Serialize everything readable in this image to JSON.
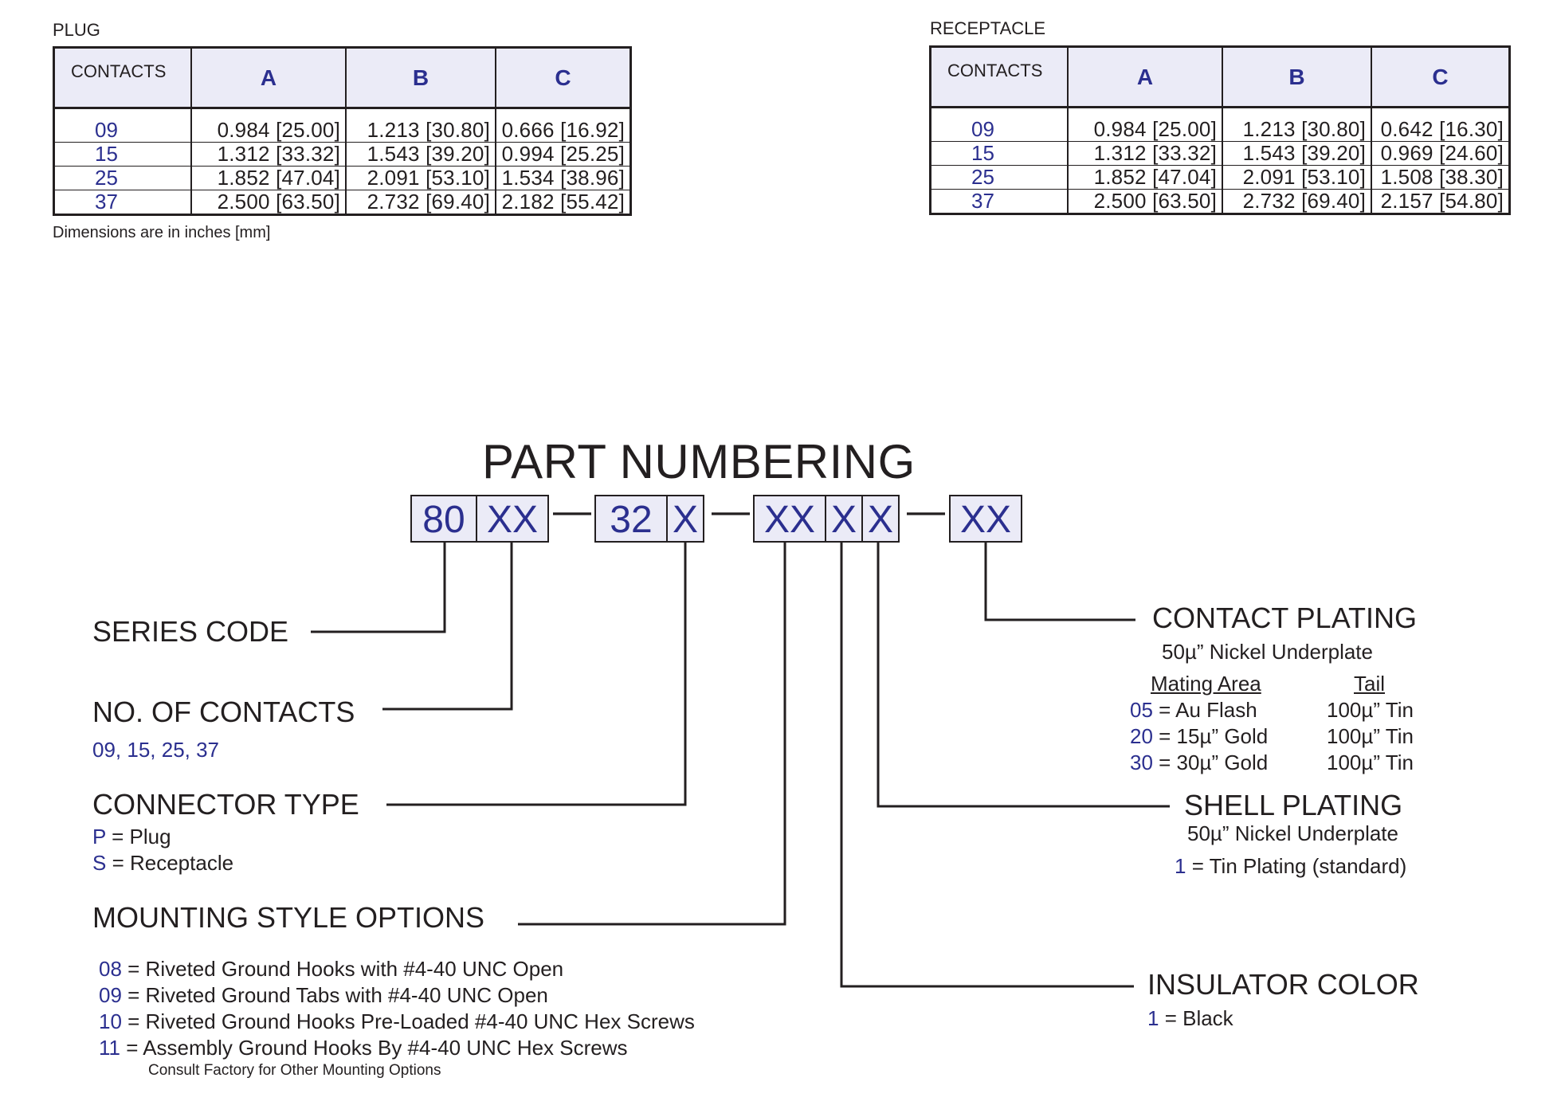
{
  "plug": {
    "title": "PLUG",
    "headers": [
      "CONTACTS",
      "A",
      "B",
      "C"
    ],
    "rows": [
      [
        "09",
        "0.984 [25.00]",
        "1.213 [30.80]",
        "0.666 [16.92]"
      ],
      [
        "15",
        "1.312 [33.32]",
        "1.543 [39.20]",
        "0.994 [25.25]"
      ],
      [
        "25",
        "1.852 [47.04]",
        "2.091 [53.10]",
        "1.534 [38.96]"
      ],
      [
        "37",
        "2.500 [63.50]",
        "2.732 [69.40]",
        "2.182 [55.42]"
      ]
    ]
  },
  "receptacle": {
    "title": "RECEPTACLE",
    "headers": [
      "CONTACTS",
      "A",
      "B",
      "C"
    ],
    "rows": [
      [
        "09",
        "0.984 [25.00]",
        "1.213 [30.80]",
        "0.642 [16.30]"
      ],
      [
        "15",
        "1.312 [33.32]",
        "1.543 [39.20]",
        "0.969 [24.60]"
      ],
      [
        "25",
        "1.852 [47.04]",
        "2.091 [53.10]",
        "1.508 [38.30]"
      ],
      [
        "37",
        "2.500 [63.50]",
        "2.732 [69.40]",
        "2.157 [54.80]"
      ]
    ]
  },
  "dimensions_note": "Dimensions are in inches  [mm]",
  "part_numbering": {
    "title": "PART NUMBERING",
    "boxes": [
      "80",
      "XX",
      "32",
      "X",
      "XX",
      "X",
      "X",
      "XX"
    ],
    "dash": "—"
  },
  "series_code": {
    "label": "SERIES CODE"
  },
  "no_of_contacts": {
    "label": "NO. OF CONTACTS",
    "values": "09, 15, 25, 37"
  },
  "connector_type": {
    "label": "CONNECTOR TYPE",
    "options": [
      {
        "code": "P",
        "text": " = Plug"
      },
      {
        "code": "S",
        "text": " = Receptacle"
      }
    ]
  },
  "mounting_style": {
    "label": "MOUNTING STYLE OPTIONS",
    "options": [
      {
        "code": "08",
        "text": " = Riveted Ground Hooks  with #4-40 UNC Open"
      },
      {
        "code": "09",
        "text": " = Riveted Ground Tabs with #4-40 UNC Open"
      },
      {
        "code": "10",
        "text": " = Riveted Ground Hooks Pre-Loaded #4-40 UNC Hex Screws"
      },
      {
        "code": "11",
        "text": " = Assembly Ground Hooks By #4-40 UNC Hex Screws"
      }
    ],
    "note": "Consult Factory for Other Mounting Options"
  },
  "contact_plating": {
    "label": "CONTACT PLATING",
    "underplate": "50µ” Nickel Underplate",
    "col_mating": "Mating Area",
    "col_tail": "Tail",
    "options": [
      {
        "code": "05",
        "text": " = Au Flash",
        "tail": "100µ” Tin"
      },
      {
        "code": "20",
        "text": " = 15µ” Gold",
        "tail": "100µ” Tin"
      },
      {
        "code": "30",
        "text": " = 30µ” Gold",
        "tail": "100µ” Tin"
      }
    ]
  },
  "shell_plating": {
    "label": "SHELL PLATING",
    "underplate": "50µ” Nickel Underplate",
    "option": {
      "code": "1",
      "text": " = Tin Plating (standard)"
    }
  },
  "insulator_color": {
    "label": "INSULATOR COLOR",
    "option": {
      "code": "1",
      "text": " = Black"
    }
  },
  "colors": {
    "accent_blue": "#2b2f8f",
    "box_fill": "#ebebf7",
    "ink": "#231f20"
  }
}
